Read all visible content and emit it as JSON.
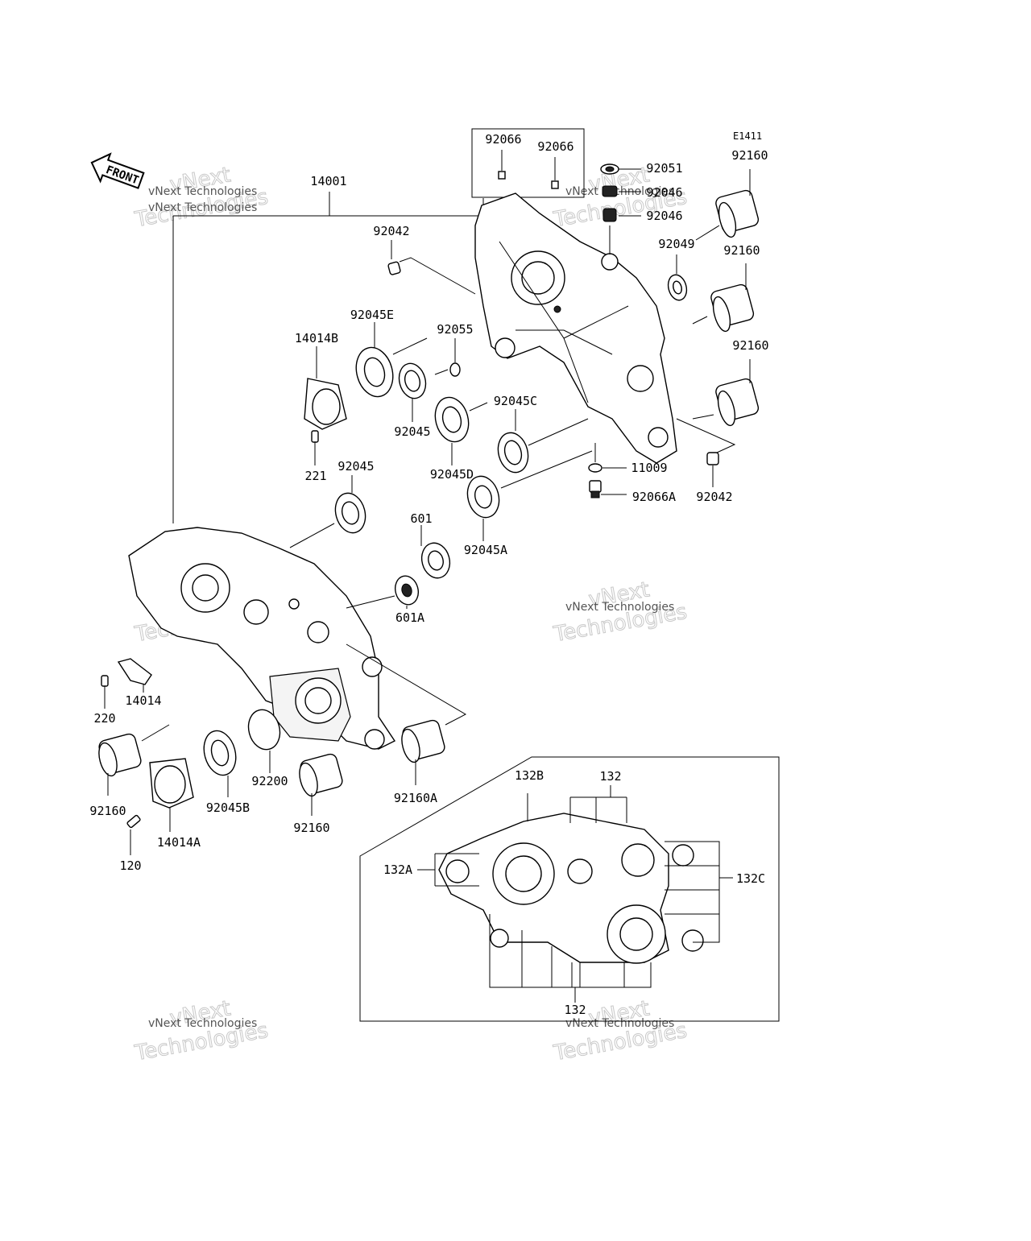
{
  "diagram": {
    "code": "E1411",
    "front_label": "FRONT",
    "watermark": {
      "line1": "vNext",
      "line2": "Technologies",
      "small": "vNext Technologies"
    },
    "parts": [
      "92066",
      "92066",
      "92051",
      "92046",
      "92046",
      "92160",
      "92160",
      "92160",
      "92049",
      "14001",
      "92042",
      "92045E",
      "92055",
      "14014B",
      "92045",
      "92045C",
      "92045D",
      "221",
      "92045",
      "11009",
      "92066A",
      "92042",
      "601",
      "92045A",
      "601A",
      "14014",
      "220",
      "92160",
      "92045B",
      "92200",
      "92160",
      "92160A",
      "14014A",
      "120",
      "132B",
      "132",
      "132A",
      "132C",
      "132"
    ]
  }
}
